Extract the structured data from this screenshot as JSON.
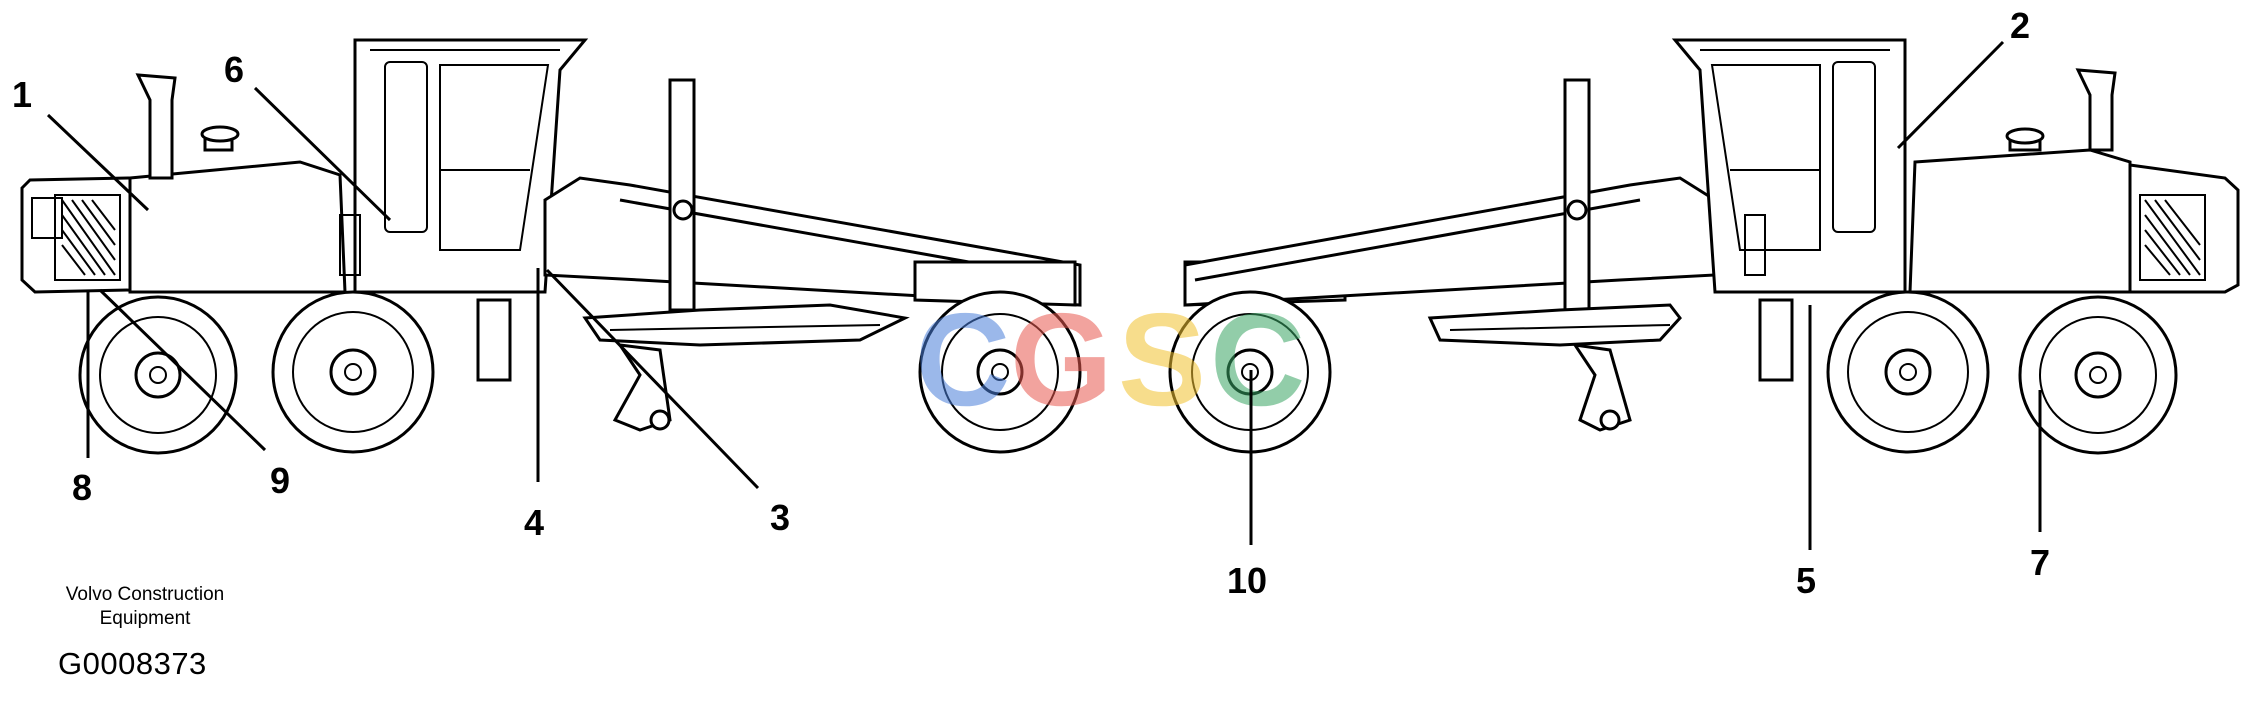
{
  "callouts": [
    {
      "id": "1",
      "label": "1"
    },
    {
      "id": "2",
      "label": "2"
    },
    {
      "id": "3",
      "label": "3"
    },
    {
      "id": "4",
      "label": "4"
    },
    {
      "id": "5",
      "label": "5"
    },
    {
      "id": "6",
      "label": "6"
    },
    {
      "id": "7",
      "label": "7"
    },
    {
      "id": "8",
      "label": "8"
    },
    {
      "id": "9",
      "label": "9"
    },
    {
      "id": "10",
      "label": "10"
    }
  ],
  "caption": {
    "line1": "Volvo Construction",
    "line2": "Equipment"
  },
  "figure_id": "G0008373",
  "watermark": {
    "letters": [
      "C",
      "G",
      "S",
      "C"
    ],
    "colors": [
      "#4a7fd9",
      "#e8584f",
      "#f2c230",
      "#3aa564"
    ]
  }
}
